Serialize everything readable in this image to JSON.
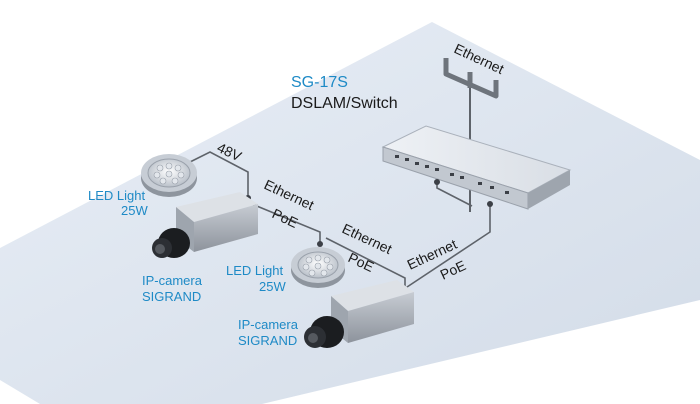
{
  "switch": {
    "model": "SG-17S",
    "desc": "DSLAM/Switch"
  },
  "uplink": {
    "label": "Ethernet"
  },
  "links": {
    "power": "48V",
    "seg1_top": "Ethernet",
    "seg1_bottom": "PoE",
    "seg2_top": "Ethernet",
    "seg2_bottom": "PoE",
    "seg3_top": "Ethernet",
    "seg3_bottom": "PoE"
  },
  "devices": {
    "led1": {
      "line1": "LED Light",
      "line2": "25W"
    },
    "cam1": {
      "line1": "IP-camera",
      "line2": "SIGRAND"
    },
    "led2": {
      "line1": "LED Light",
      "line2": "25W"
    },
    "cam2": {
      "line1": "IP-camera",
      "line2": "SIGRAND"
    }
  },
  "colors": {
    "accent": "#1e8ac6",
    "floor": "#dde5ef",
    "cable": "#5e636a",
    "text": "#1a1a1a"
  }
}
